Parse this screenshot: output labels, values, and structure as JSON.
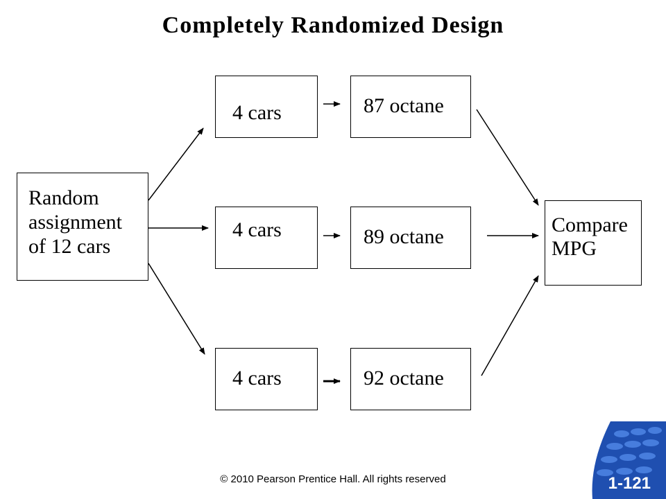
{
  "title": "Completely Randomized Design",
  "boxes": {
    "random": "Random\nassignment\nof 12 cars",
    "cars_top": "4 cars",
    "cars_mid": "4 cars",
    "cars_bot": "4 cars",
    "oct_top": "87 octane",
    "oct_mid": "89 octane",
    "oct_bot": "92 octane",
    "compare": "Compare\nMPG"
  },
  "footer": "© 2010 Pearson Prentice Hall. All rights reserved",
  "slide_number": "1-121"
}
